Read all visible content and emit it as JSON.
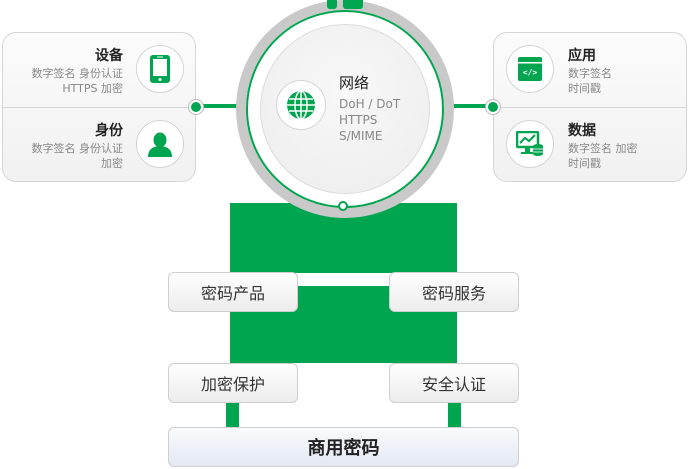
{
  "colors": {
    "accent": "#00a54f",
    "ring_gray": "#c9c9c9",
    "text_dark": "#222222",
    "text_muted": "#888888"
  },
  "left_card": {
    "items": [
      {
        "title": "设备",
        "lines": [
          "数字签名  身份认证",
          "HTTPS   加密"
        ],
        "icon": "smartphone-icon"
      },
      {
        "title": "身份",
        "lines": [
          "数字签名  身份认证",
          "加密"
        ],
        "icon": "user-icon"
      }
    ]
  },
  "right_card": {
    "items": [
      {
        "title": "应用",
        "lines": [
          "数字签名",
          "时间戳"
        ],
        "icon": "code-window-icon"
      },
      {
        "title": "数据",
        "lines": [
          "数字签名  加密",
          "时间戳"
        ],
        "icon": "monitor-chart-database-icon"
      }
    ]
  },
  "center": {
    "title": "网络",
    "lines": [
      "DoH / DoT",
      "HTTPS",
      "S/MIME"
    ],
    "icon": "globe-icon"
  },
  "buttons": {
    "products": "密码产品",
    "services": "密码服务",
    "protection": "加密保护",
    "authentication": "安全认证",
    "base": "商用密码"
  }
}
